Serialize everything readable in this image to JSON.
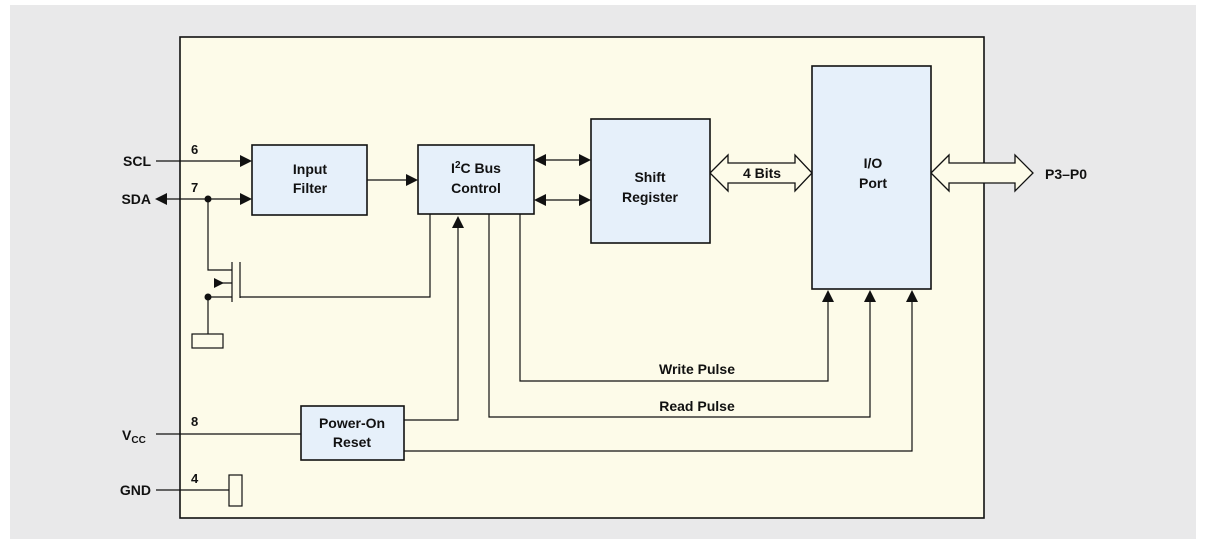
{
  "diagram": {
    "colors": {
      "panel_bg": "#e9e9ea",
      "chip_bg": "#fdfbe9",
      "block_fill": "#e6f0fa",
      "line": "#111111"
    },
    "external_signals": {
      "scl": {
        "label": "SCL",
        "pin": "6"
      },
      "sda": {
        "label": "SDA",
        "pin": "7"
      },
      "vcc": {
        "label": "V",
        "label_sub": "CC",
        "pin": "8"
      },
      "gnd": {
        "label": "GND",
        "pin": "4"
      },
      "port": {
        "label": "P3–P0"
      }
    },
    "blocks": {
      "input_filter": {
        "line1": "Input",
        "line2": "Filter"
      },
      "i2c_control": {
        "line1_pre": "I",
        "line1_sup": "2",
        "line1_post": "C Bus",
        "line2": "Control"
      },
      "shift_register": {
        "line1": "Shift",
        "line2": "Register"
      },
      "io_port": {
        "line1": "I/O",
        "line2": "Port"
      },
      "power_on_reset": {
        "line1": "Power-On",
        "line2": "Reset"
      }
    },
    "bus_labels": {
      "four_bits": "4 Bits"
    },
    "signal_labels": {
      "write_pulse": "Write Pulse",
      "read_pulse": "Read Pulse"
    }
  }
}
